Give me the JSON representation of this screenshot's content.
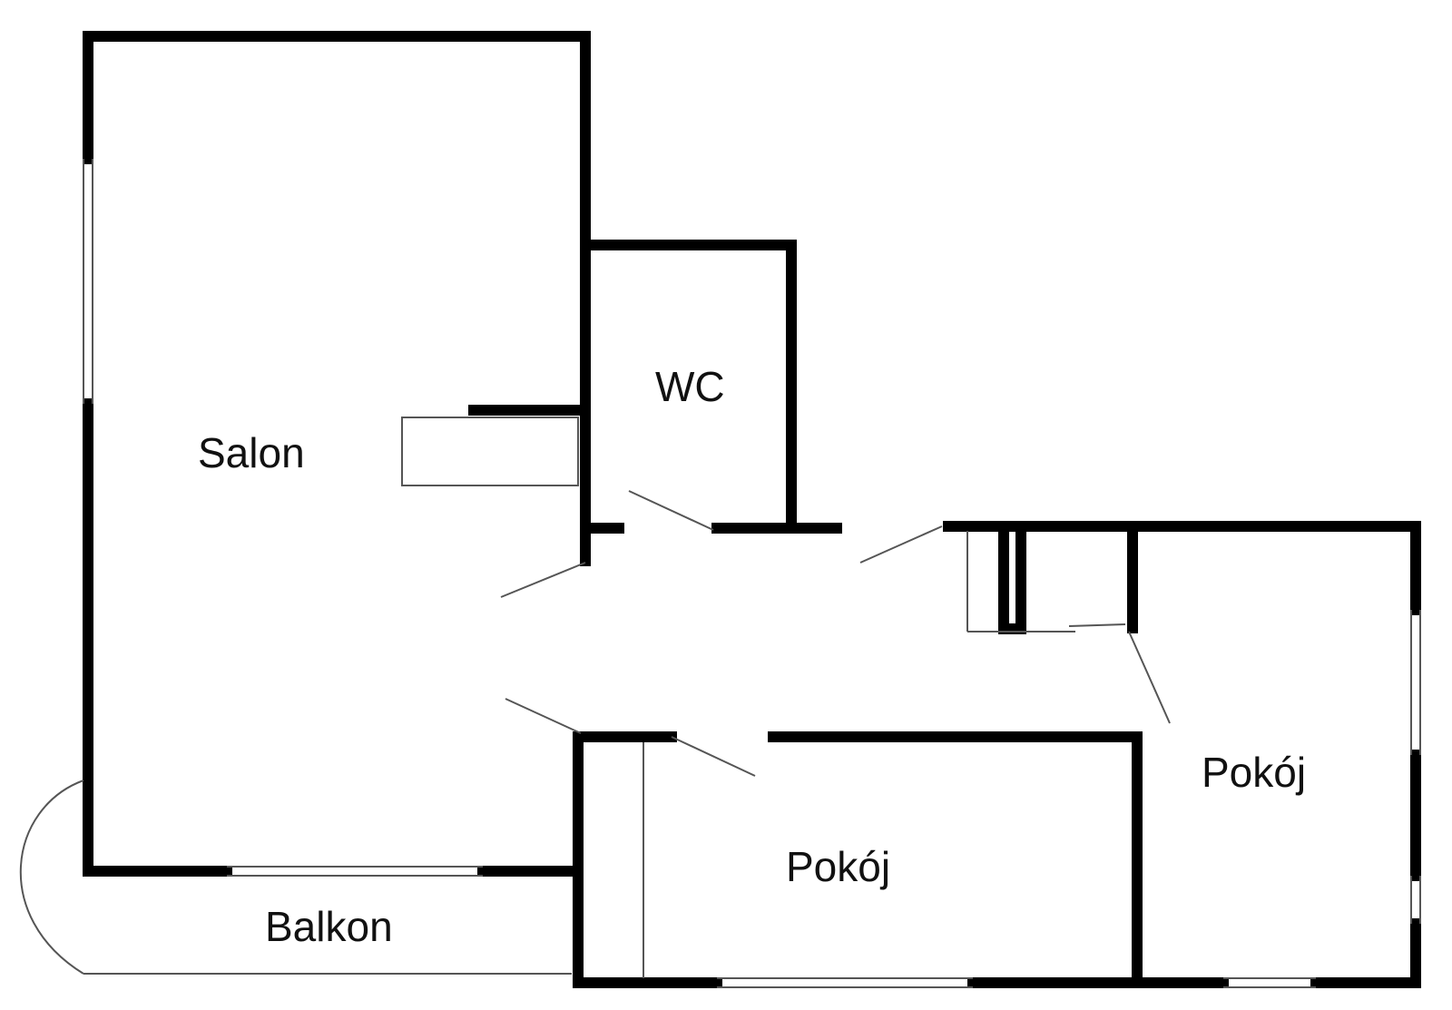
{
  "rooms": {
    "salon": "Salon",
    "wc": "WC",
    "pokoj_right": "Pokój",
    "pokoj_bottom": "Pokój",
    "balkon": "Balkon"
  },
  "colors": {
    "wall": "#000000",
    "thin_line": "#555555",
    "window_fill": "#ffffff",
    "background": "#ffffff"
  }
}
